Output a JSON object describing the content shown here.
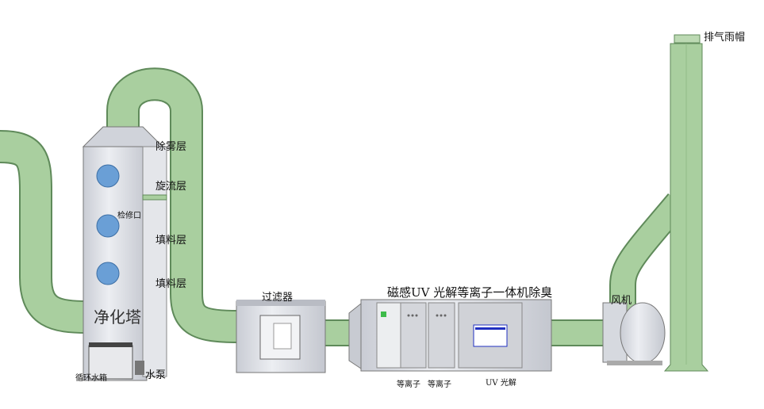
{
  "colors": {
    "pipe": "#a9cf9f",
    "pipe_edge": "#5f8a5a",
    "equipment": "#d9dce2",
    "window": "#6a9fd6",
    "indicator": "#3dbb4a",
    "nameplate": "#2030c0"
  },
  "labels": {
    "rain_cap": "排气雨帽",
    "demister_layer": "除雾层",
    "swirl_layer": "旋流层",
    "access_port": "检修口",
    "packing_layer_1": "填料层",
    "packing_layer_2": "填料层",
    "purification_tower": "净化塔",
    "circulation_tank": "循环水箱",
    "water_pump": "水泵",
    "filter": "过滤器",
    "uv_plasma_unit": "磁感UV 光解等离子一体机除臭",
    "plasma_1": "等离子",
    "plasma_2": "等离子",
    "uv_photolysis": "UV 光解",
    "fan": "风机"
  }
}
